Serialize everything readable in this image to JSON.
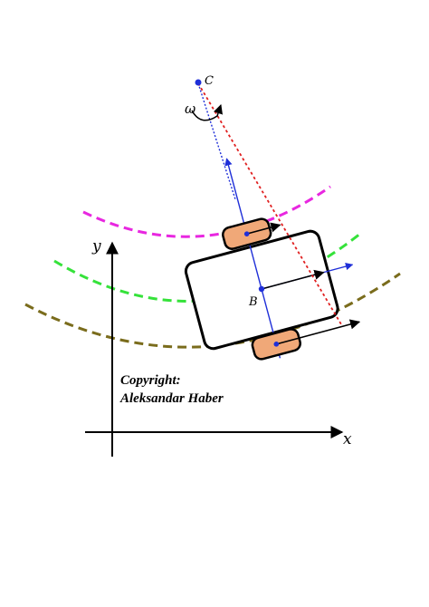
{
  "labels": {
    "center_point": "C",
    "angular_velocity": "ω",
    "body_point": "B",
    "y_axis": "y",
    "x_axis": "x"
  },
  "copyright": {
    "line1": "Copyright:",
    "line2": "Aleksandar Haber"
  },
  "colors": {
    "magenta_track": "#e827e0",
    "green_track": "#35e23a",
    "olive_track": "#7a6c1c",
    "wheel_fill": "#f0a878",
    "axis_blue": "#1f2fd8",
    "red_line": "#e02020",
    "center_dot": "#1f2fd8"
  }
}
